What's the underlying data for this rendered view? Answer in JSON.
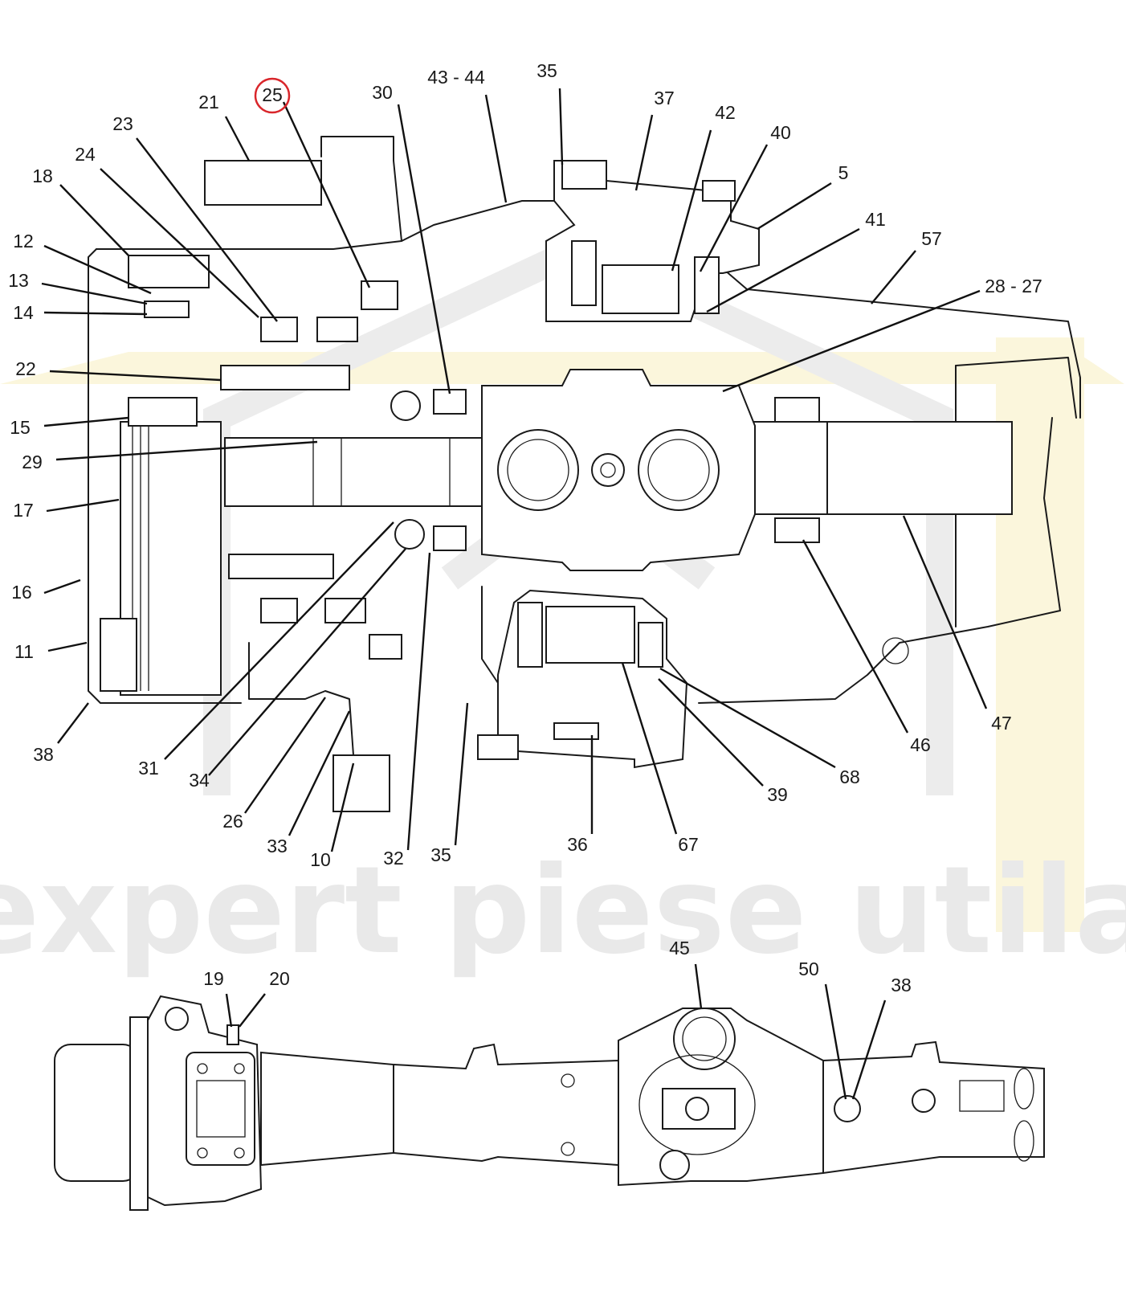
{
  "colors": {
    "line": "#1a1a1a",
    "watermark_gray": "#e9e9e9",
    "watermark_yellow": "#fbf6dc",
    "highlight": "#d9262b"
  },
  "watermark": {
    "text": "expert piese utilaje"
  },
  "highlighted_callout": "25",
  "callouts": {
    "c25": "25",
    "c21": "21",
    "c23": "23",
    "c24": "24",
    "c18": "18",
    "c12": "12",
    "c13": "13",
    "c14": "14",
    "c22": "22",
    "c15": "15",
    "c29": "29",
    "c17": "17",
    "c16": "16",
    "c11": "11",
    "c38": "38",
    "c31": "31",
    "c34": "34",
    "c26": "26",
    "c33": "33",
    "c10": "10",
    "c32": "32",
    "c35b": "35",
    "c36": "36",
    "c67": "67",
    "c39": "39",
    "c68": "68",
    "c46": "46",
    "c47": "47",
    "c30": "30",
    "c4344": "43 - 44",
    "c35a": "35",
    "c37": "37",
    "c42": "42",
    "c40": "40",
    "c5": "5",
    "c41": "41",
    "c57": "57",
    "c2827": "28 - 27",
    "c45": "45",
    "c19": "19",
    "c20": "20",
    "c50": "50",
    "c38b": "38"
  }
}
